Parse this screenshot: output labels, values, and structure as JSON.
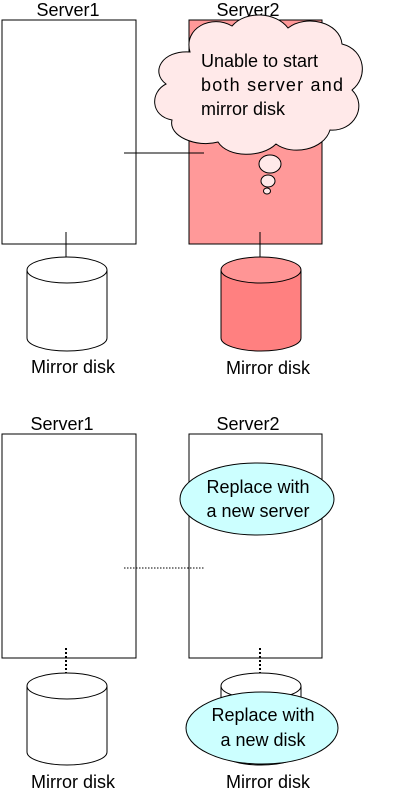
{
  "colors": {
    "failed_server": "#ff9999",
    "failed_disk": "#ff8080",
    "failed_disk_top": "#ff9595",
    "thought_bubble": "#ffe9e9",
    "callout_fill": "#ccffff",
    "outline": "#000000",
    "background": "#ffffff"
  },
  "before": {
    "server1": {
      "label": "Server1"
    },
    "server2": {
      "label": "Server2"
    },
    "disk1": {
      "label": "Mirror disk"
    },
    "disk2": {
      "label": "Mirror disk"
    },
    "thought": {
      "lines": [
        "Unable  to  start",
        "both server and",
        "mirror disk"
      ]
    }
  },
  "after": {
    "server1": {
      "label": "Server1"
    },
    "server2": {
      "label": "Server2"
    },
    "disk1": {
      "label": "Mirror disk"
    },
    "disk2": {
      "label": "Mirror disk"
    },
    "callout_server": {
      "lines": [
        "Replace with",
        "a new server"
      ]
    },
    "callout_disk": {
      "lines": [
        "Replace with",
        "a new disk"
      ]
    }
  }
}
